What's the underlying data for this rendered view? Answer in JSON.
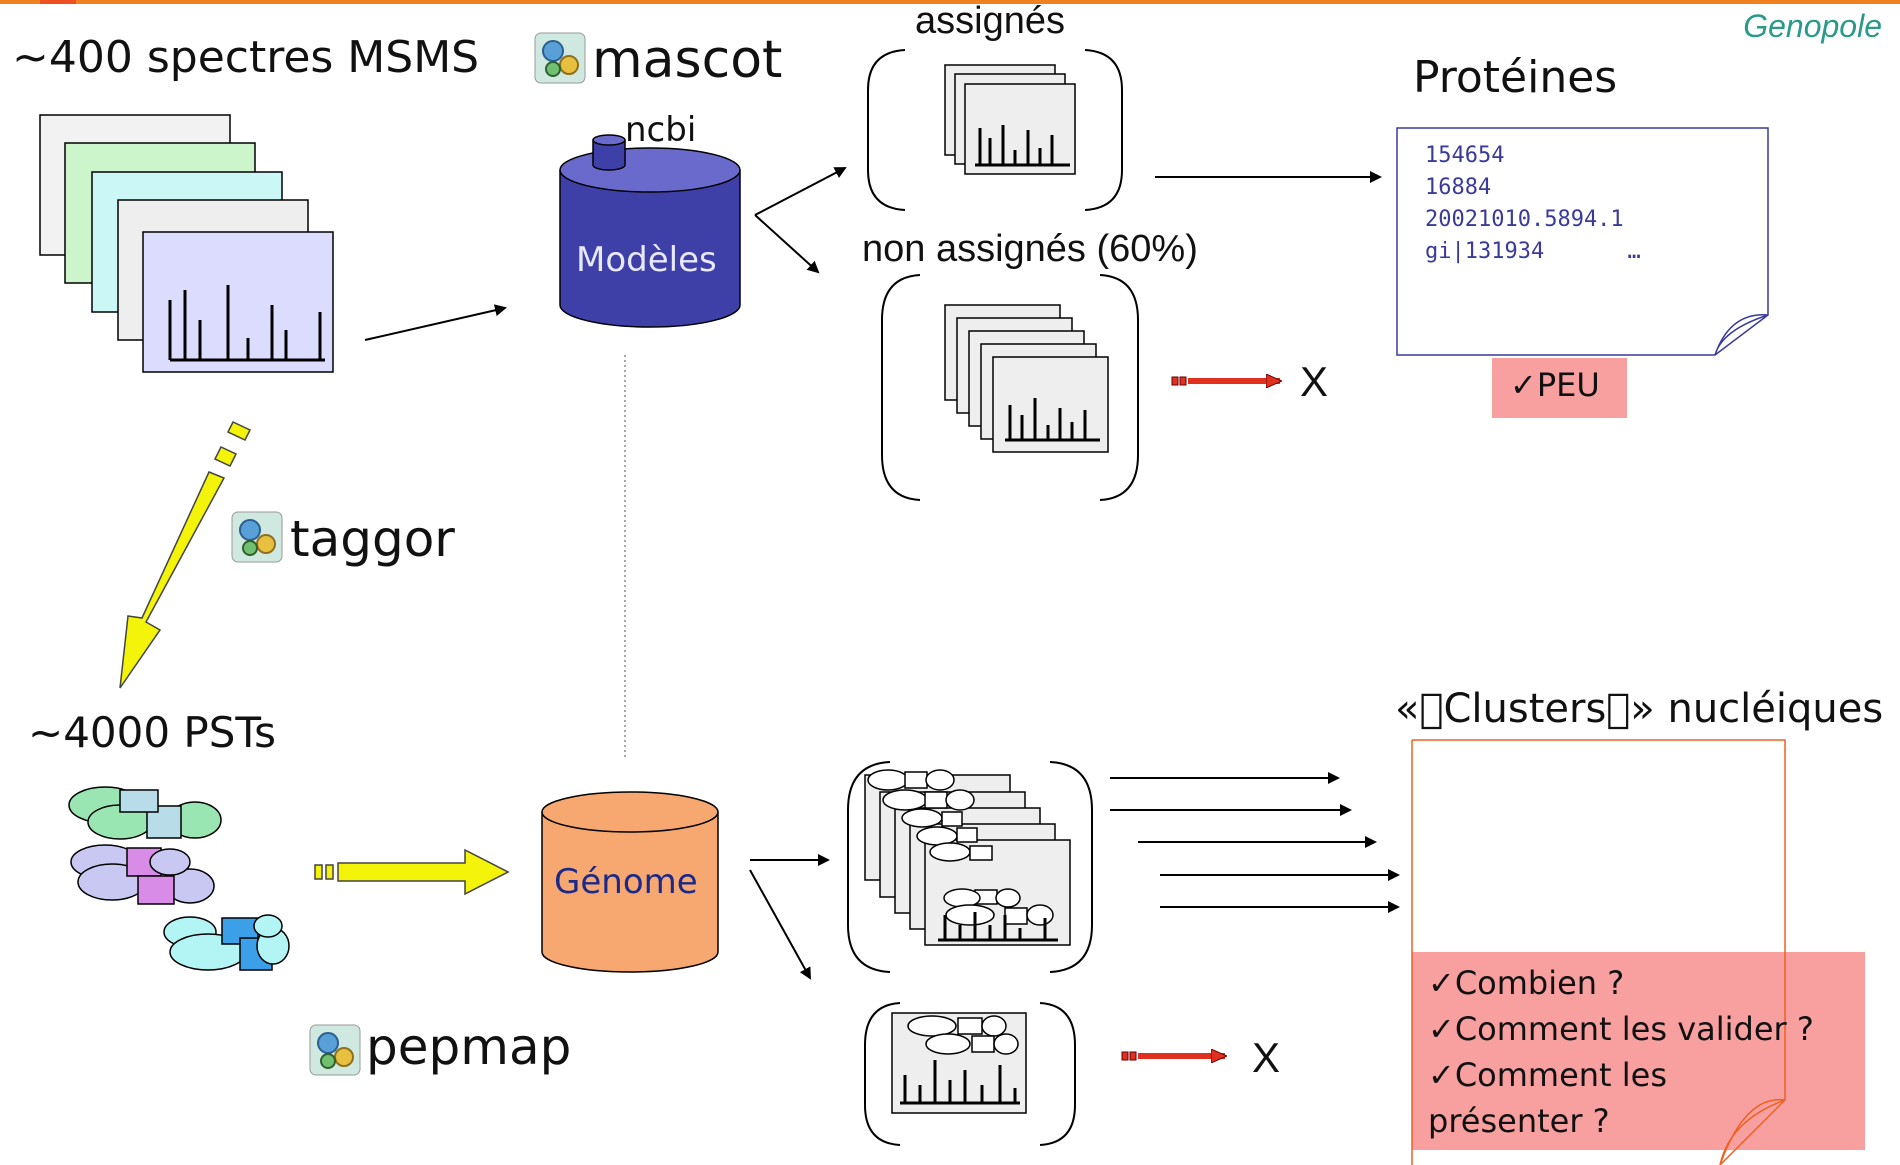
{
  "header": {
    "brand": "Genopole",
    "accent_color": "#f08020"
  },
  "left": {
    "spectra_label": "~400 spectres MSMS",
    "psts_label": "~4000 PSTs",
    "taggor_label": "taggor"
  },
  "mascot": {
    "label": "mascot",
    "db_top_label": "ncbi",
    "db_label": "Modèles",
    "db_color": "#3f3fa8"
  },
  "pepmap": {
    "label": "pepmap",
    "db_label": "Génome",
    "db_color": "#f7a870"
  },
  "assigned": {
    "label": "assignés"
  },
  "unassigned": {
    "label": "non assignés (60%)",
    "reject_label": "X"
  },
  "genome_reject": {
    "label": "X"
  },
  "proteins": {
    "title": "Protéines",
    "lines": [
      "154654",
      "16884",
      "20021010.5894.1",
      "gi|131934",
      "…"
    ],
    "note": "✓PEU",
    "note_color": "#f8a0a0"
  },
  "clusters": {
    "title": "«\u0000Clusters\u0000» nucléiques",
    "notes": [
      "✓Combien ?",
      "✓Comment les valider ?",
      "✓Comment les",
      "présenter ?"
    ],
    "note_color": "#f8a0a0"
  },
  "icons": [
    "gear-icon",
    "spectrum-icon",
    "database-icon",
    "arrow-icon"
  ]
}
